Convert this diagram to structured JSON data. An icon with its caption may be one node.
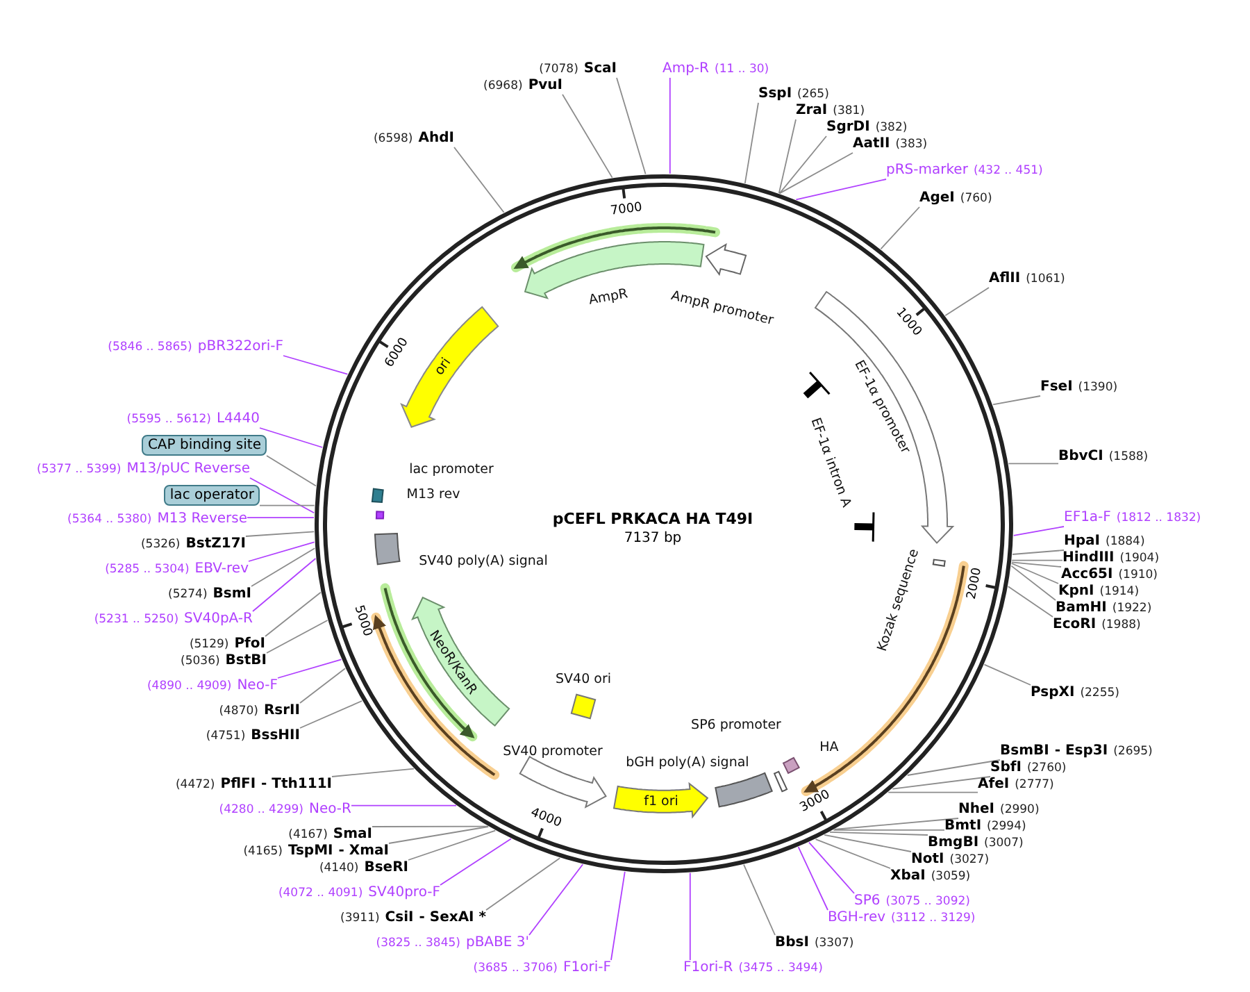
{
  "diagram": {
    "title": "pCEFL PRKACA HA T49I",
    "nodes": [
      {
        "text": [
          "(7078)",
          "ScaI"
        ]
      },
      {
        "text": [
          "(6968)",
          "PvuI"
        ]
      },
      {
        "text": [
          "Amp-R",
          "(11 .. 30)"
        ]
      },
      {
        "text": [
          "SspI",
          "(265)"
        ]
      },
      {
        "text": [
          "ZraI",
          "(381)"
        ]
      },
      {
        "text": [
          "SgrDI",
          "(382)"
        ]
      },
      {
        "text": [
          "AatII",
          "(383)"
        ]
      },
      {
        "text": [
          "(6598)",
          "AhdI"
        ]
      },
      {
        "text": [
          "pRS-marker",
          "(432 .. 451)"
        ]
      },
      {
        "text": [
          "AgeI",
          "(760)"
        ]
      },
      {
        "text": [
          "AflII",
          "(1061)"
        ]
      },
      {
        "text": [
          "FseI",
          "(1390)"
        ]
      },
      {
        "text": [
          "BbvCI",
          "(1588)"
        ]
      },
      {
        "text": [
          "(5846 .. 5865)",
          "pBR322ori-F"
        ]
      },
      {
        "text": [
          "(5595 .. 5612)",
          "L4440"
        ]
      },
      {
        "text": [
          "CAP binding site"
        ]
      },
      {
        "text": [
          "(5377 .. 5399)",
          "M13/pUC Reverse"
        ]
      },
      {
        "text": [
          "lac operator"
        ]
      },
      {
        "text": [
          "EF1a-F",
          "(1812 .. 1832)"
        ]
      },
      {
        "text": [
          "(5364 .. 5380)",
          "M13 Reverse"
        ]
      },
      {
        "text": [
          "HpaI",
          "(1884)"
        ]
      },
      {
        "text": [
          "HindIII",
          "(1904)"
        ]
      },
      {
        "text": [
          "Acc65I",
          "(1910)"
        ]
      },
      {
        "text": [
          "KpnI",
          "(1914)"
        ]
      },
      {
        "text": [
          "BamHI",
          "(1922)"
        ]
      },
      {
        "text": [
          "EcoRI",
          "(1988)"
        ]
      },
      {
        "text": [
          "(5326)",
          "BstZ17I"
        ]
      },
      {
        "text": [
          "(5285 .. 5304)",
          "EBV-rev"
        ]
      },
      {
        "text": [
          "(5274)",
          "BsmI"
        ]
      },
      {
        "text": [
          "(5231 .. 5250)",
          "SV40pA-R"
        ]
      },
      {
        "text": [
          "(5129)",
          "PfoI"
        ]
      },
      {
        "text": [
          "(5036)",
          "BstBI"
        ]
      },
      {
        "text": [
          "(4890 .. 4909)",
          "Neo-F"
        ]
      },
      {
        "text": [
          "(4870)",
          "RsrII"
        ]
      },
      {
        "text": [
          "(4751)",
          "BssHII"
        ]
      },
      {
        "text": [
          "PspXI",
          "(2255)"
        ]
      },
      {
        "text": [
          "BsmBI",
          "- Esp3I",
          "(2695)"
        ]
      },
      {
        "text": [
          "SbfI",
          "(2760)"
        ]
      },
      {
        "text": [
          "AfeI",
          "(2777)"
        ]
      },
      {
        "text": [
          "(4472)",
          "PflFI",
          "- Tth111I"
        ]
      },
      {
        "text": [
          "(4280 .. 4299)",
          "Neo-R"
        ]
      },
      {
        "text": [
          "NheI",
          "(2990)"
        ]
      },
      {
        "text": [
          "BmtI",
          "(2994)"
        ]
      },
      {
        "text": [
          "BmgBI",
          "(3007)"
        ]
      },
      {
        "text": [
          "NotI",
          "(3027)"
        ]
      },
      {
        "text": [
          "XbaI",
          "(3059)"
        ]
      },
      {
        "text": [
          "(4167)",
          "SmaI"
        ]
      },
      {
        "text": [
          "(4165)",
          "TspMI",
          "- XmaI"
        ]
      },
      {
        "text": [
          "(4140)",
          "BseRI"
        ]
      },
      {
        "text": [
          "SP6",
          "(3075 .. 3092)"
        ]
      },
      {
        "text": [
          "BGH-rev",
          "(3112 .. 3129)"
        ]
      },
      {
        "text": [
          "(4072 .. 4091)",
          "SV40pro-F"
        ]
      },
      {
        "text": [
          "(3911)",
          "CsiI",
          "- SexAI *"
        ]
      },
      {
        "text": [
          "BbsI",
          "(3307)"
        ]
      },
      {
        "text": [
          "(3825 .. 3845)",
          "pBABE 3'"
        ]
      },
      {
        "text": [
          "(3685 .. 3706)",
          "F1ori-F"
        ]
      },
      {
        "text": [
          "F1ori-R",
          "(3475 .. 3494)"
        ]
      },
      {
        "text": [
          "AmpR"
        ]
      },
      {
        "text": [
          "AmpR promoter"
        ]
      },
      {
        "text": [
          "ori"
        ]
      },
      {
        "text": [
          "EF-1α promoter"
        ]
      },
      {
        "text": [
          "EF-1α intron A"
        ]
      },
      {
        "text": [
          "lac promoter"
        ]
      },
      {
        "text": [
          "M13 rev"
        ]
      },
      {
        "text": [
          "Kozak sequence"
        ]
      },
      {
        "text": [
          "SV40 poly(A) signal"
        ]
      },
      {
        "text": [
          "NeoR/KanR"
        ]
      },
      {
        "text": [
          "SV40 ori"
        ]
      },
      {
        "text": [
          "SV40 promoter"
        ]
      },
      {
        "text": [
          "f1 ori"
        ]
      },
      {
        "text": [
          "bGH poly(A) signal"
        ]
      },
      {
        "text": [
          "SP6 promoter"
        ]
      },
      {
        "text": [
          "HA"
        ]
      }
    ],
    "edges": [
      {
        "from": 0,
        "to": null,
        "arrow": "none"
      },
      {
        "from": 1,
        "to": null,
        "arrow": "none"
      },
      {
        "from": 2,
        "to": null,
        "arrow": "none",
        "color": "#b040ff"
      },
      {
        "from": 3,
        "to": null,
        "arrow": "none"
      },
      {
        "from": 4,
        "to": null,
        "arrow": "none"
      },
      {
        "from": 5,
        "to": null,
        "arrow": "none"
      },
      {
        "from": 6,
        "to": null,
        "arrow": "none"
      },
      {
        "from": 7,
        "to": null,
        "arrow": "none"
      },
      {
        "from": 8,
        "to": null,
        "arrow": "none",
        "color": "#b040ff"
      },
      {
        "from": 9,
        "to": null,
        "arrow": "none"
      },
      {
        "from": 10,
        "to": null,
        "arrow": "none"
      },
      {
        "from": 11,
        "to": null,
        "arrow": "none"
      },
      {
        "from": 12,
        "to": null,
        "arrow": "none"
      },
      {
        "from": 13,
        "to": null,
        "arrow": "none",
        "color": "#b040ff"
      },
      {
        "from": 14,
        "to": null,
        "arrow": "none",
        "color": "#b040ff"
      },
      {
        "from": 15,
        "to": null,
        "arrow": "none"
      },
      {
        "from": 16,
        "to": null,
        "arrow": "none",
        "color": "#b040ff"
      },
      {
        "from": 17,
        "to": null,
        "arrow": "none"
      },
      {
        "from": 18,
        "to": null,
        "arrow": "none",
        "color": "#b040ff"
      },
      {
        "from": 19,
        "to": null,
        "arrow": "none",
        "color": "#b040ff"
      },
      {
        "from": 20,
        "to": null,
        "arrow": "none"
      },
      {
        "from": 21,
        "to": null,
        "arrow": "none"
      },
      {
        "from": 22,
        "to": null,
        "arrow": "none"
      },
      {
        "from": 23,
        "to": null,
        "arrow": "none"
      },
      {
        "from": 24,
        "to": null,
        "arrow": "none"
      },
      {
        "from": 25,
        "to": null,
        "arrow": "none"
      },
      {
        "from": 26,
        "to": null,
        "arrow": "none"
      },
      {
        "from": 27,
        "to": null,
        "arrow": "none",
        "color": "#b040ff"
      },
      {
        "from": 28,
        "to": null,
        "arrow": "none"
      },
      {
        "from": 29,
        "to": null,
        "arrow": "none",
        "color": "#b040ff"
      },
      {
        "from": 30,
        "to": null,
        "arrow": "none"
      },
      {
        "from": 31,
        "to": null,
        "arrow": "none"
      },
      {
        "from": 32,
        "to": null,
        "arrow": "none",
        "color": "#b040ff"
      },
      {
        "from": 33,
        "to": null,
        "arrow": "none"
      },
      {
        "from": 34,
        "to": null,
        "arrow": "none"
      },
      {
        "from": 35,
        "to": null,
        "arrow": "none"
      },
      {
        "from": 36,
        "to": null,
        "arrow": "none"
      },
      {
        "from": 37,
        "to": null,
        "arrow": "none"
      },
      {
        "from": 38,
        "to": null,
        "arrow": "none"
      },
      {
        "from": 39,
        "to": null,
        "arrow": "none"
      },
      {
        "from": 40,
        "to": null,
        "arrow": "none",
        "color": "#b040ff"
      },
      {
        "from": 41,
        "to": null,
        "arrow": "none"
      },
      {
        "from": 42,
        "to": null,
        "arrow": "none"
      },
      {
        "from": 43,
        "to": null,
        "arrow": "none"
      },
      {
        "from": 44,
        "to": null,
        "arrow": "none"
      },
      {
        "from": 45,
        "to": null,
        "arrow": "none"
      },
      {
        "from": 46,
        "to": null,
        "arrow": "none"
      },
      {
        "from": 47,
        "to": null,
        "arrow": "none"
      },
      {
        "from": 48,
        "to": null,
        "arrow": "none"
      },
      {
        "from": 49,
        "to": null,
        "arrow": "none",
        "color": "#b040ff"
      },
      {
        "from": 50,
        "to": null,
        "arrow": "none",
        "color": "#b040ff"
      },
      {
        "from": 51,
        "to": null,
        "arrow": "none",
        "color": "#b040ff"
      },
      {
        "from": 52,
        "to": null,
        "arrow": "none"
      },
      {
        "from": 53,
        "to": null,
        "arrow": "none"
      },
      {
        "from": 54,
        "to": null,
        "arrow": "none",
        "color": "#b040ff"
      },
      {
        "from": 55,
        "to": null,
        "arrow": "none",
        "color": "#b040ff"
      },
      {
        "from": 56,
        "to": null,
        "arrow": "none",
        "color": "#b040ff"
      }
    ],
    "labels": [
      "1000",
      "2000",
      "3000",
      "4000",
      "5000",
      "6000",
      "7000",
      "7137 bp"
    ]
  }
}
